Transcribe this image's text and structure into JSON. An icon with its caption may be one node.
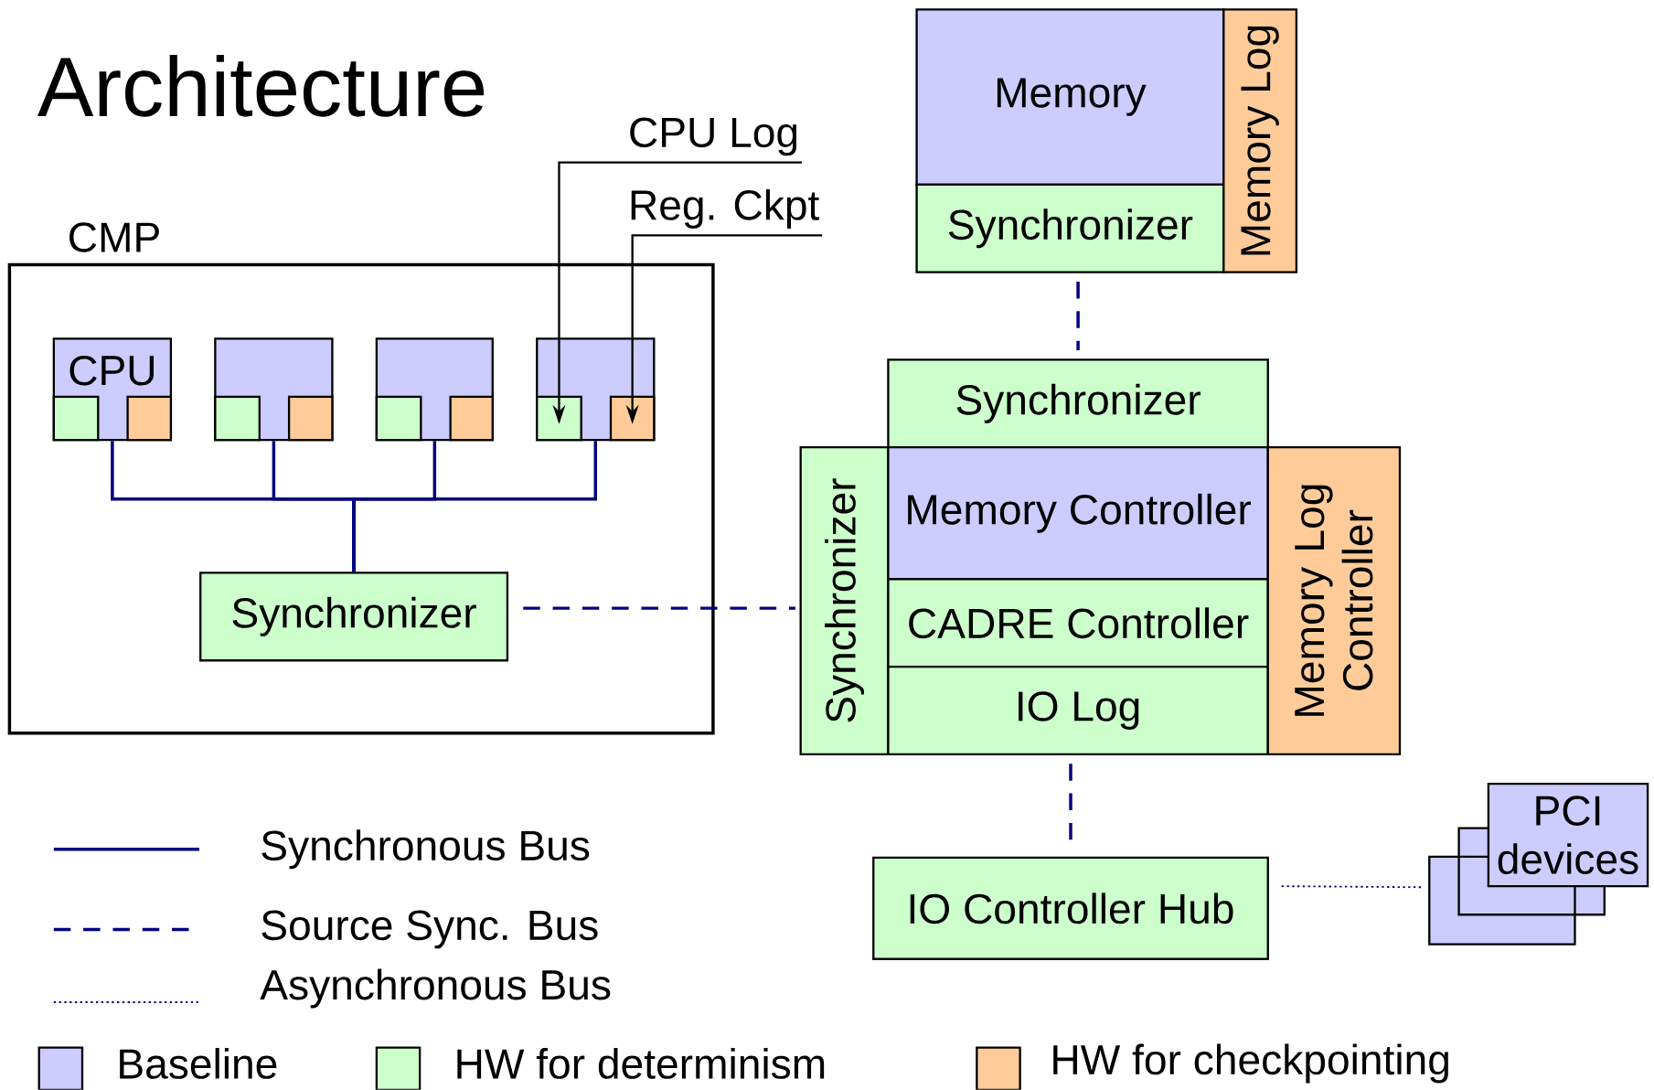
{
  "diagram": {
    "title": "Architecture",
    "nodes": [
      {
        "text": [
          "CMP"
        ]
      },
      {
        "text": [
          "CPU"
        ],
        "in": 0
      },
      {
        "text": [],
        "shape": "box",
        "in": 1
      },
      {
        "text": [],
        "shape": "box",
        "in": 1
      },
      {
        "text": [],
        "shape": "box",
        "in": 0
      },
      {
        "text": [],
        "shape": "box",
        "in": 4
      },
      {
        "text": [],
        "shape": "box",
        "in": 4
      },
      {
        "text": [],
        "shape": "box",
        "in": 0
      },
      {
        "text": [],
        "shape": "box",
        "in": 7
      },
      {
        "text": [],
        "shape": "box",
        "in": 7
      },
      {
        "text": [],
        "shape": "box",
        "in": 0
      },
      {
        "text": [],
        "shape": "box",
        "in": 10
      },
      {
        "text": [],
        "shape": "box",
        "in": 10
      },
      {
        "text": [
          "Synchronizer"
        ],
        "in": 0
      },
      {
        "text": [
          "CPU Log"
        ]
      },
      {
        "text": [
          "Reg. Ckpt"
        ]
      },
      {
        "text": [
          "Memory"
        ]
      },
      {
        "text": [
          "Synchronizer"
        ]
      },
      {
        "text": [
          "Memory Log"
        ]
      },
      {
        "text": [
          "Synchronizer"
        ]
      },
      {
        "text": [
          "Synchronizer"
        ]
      },
      {
        "text": [
          "Memory Controller"
        ]
      },
      {
        "text": [
          "CADRE Controller"
        ]
      },
      {
        "text": [
          "IO Log"
        ]
      },
      {
        "text": [
          "Memory Log Controller"
        ]
      },
      {
        "text": [
          "IO Controller Hub"
        ]
      },
      {
        "text": [
          "PCI devices"
        ]
      }
    ],
    "edges": [
      {
        "from": 1,
        "to": 13,
        "arrow": "none"
      },
      {
        "from": 4,
        "to": 13,
        "arrow": "none"
      },
      {
        "from": 7,
        "to": 13,
        "arrow": "none"
      },
      {
        "from": 10,
        "to": 13,
        "arrow": "none"
      },
      {
        "from": 14,
        "to": 11,
        "arrow": "to",
        "color": "#000000"
      },
      {
        "from": 15,
        "to": 12,
        "arrow": "to",
        "color": "#000000"
      },
      {
        "from": 13,
        "to": 20,
        "arrow": "none",
        "style": "dashed"
      },
      {
        "from": 17,
        "to": 19,
        "arrow": "none",
        "style": "dashed"
      },
      {
        "from": 23,
        "to": 25,
        "arrow": "none",
        "style": "dashed"
      },
      {
        "from": 25,
        "to": 26,
        "arrow": "none",
        "style": "dashed"
      }
    ],
    "legend": [
      {
        "text": "Synchronous Bus"
      },
      {
        "text": "Source Sync. Bus"
      },
      {
        "text": "Asynchronous Bus"
      },
      {
        "text": "Baseline",
        "color": "#ccccff"
      },
      {
        "text": "HW for determinism",
        "color": "#ccffcc"
      },
      {
        "text": "HW for checkpointing",
        "color": "#ffcc99"
      }
    ]
  }
}
